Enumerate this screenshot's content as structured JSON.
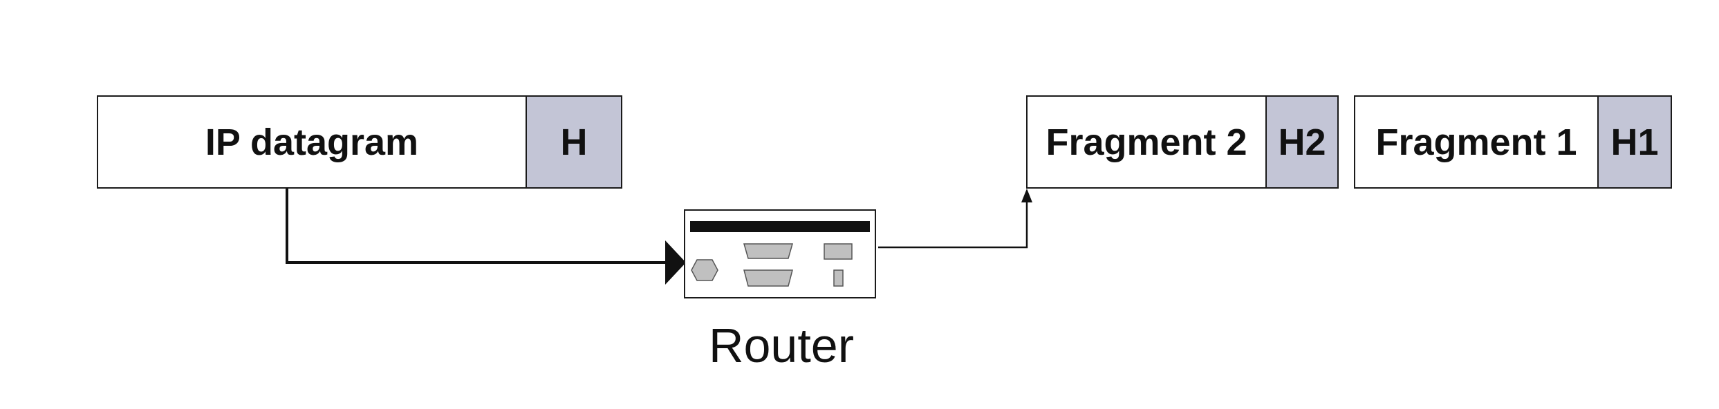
{
  "datagram": {
    "payload_label": "IP datagram",
    "header_label": "H"
  },
  "router": {
    "label": "Router",
    "icon": "router-icon"
  },
  "fragments": [
    {
      "payload_label": "Fragment 2",
      "header_label": "H2"
    },
    {
      "payload_label": "Fragment 1",
      "header_label": "H1"
    }
  ],
  "colors": {
    "header_fill": "#c3c5d6",
    "border": "#1a1a1a",
    "router_part": "#c0c0c0"
  }
}
